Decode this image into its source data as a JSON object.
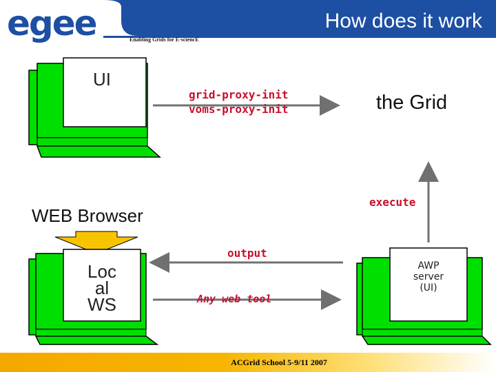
{
  "header": {
    "logo": "egee",
    "tagline": "Enabling Grids for E-sciencE",
    "title": "How does it work"
  },
  "footer": {
    "text": "ACGrid School 5-9/11 2007"
  },
  "diagram": {
    "ui_label": "UI",
    "proxy_cmd_1": "grid-proxy-init",
    "proxy_cmd_2": "voms-proxy-init",
    "grid_label": "the Grid",
    "execute_label": "execute",
    "web_browser_label": "WEB Browser",
    "output_label": "output",
    "local_ws_line1": "Loc",
    "local_ws_line2": "al",
    "local_ws_line3": "WS",
    "web_tool_label": "Any web tool",
    "awp_line1": "AWP",
    "awp_line2": "server",
    "awp_line3": "(UI)"
  },
  "colors": {
    "brand_blue": "#1d4fa3",
    "terminal_green": "#00e000",
    "arrow_gray": "#707070",
    "label_red": "#c8102e",
    "footer_gold": "#f5a800",
    "funnel_yellow": "#f7c400"
  }
}
